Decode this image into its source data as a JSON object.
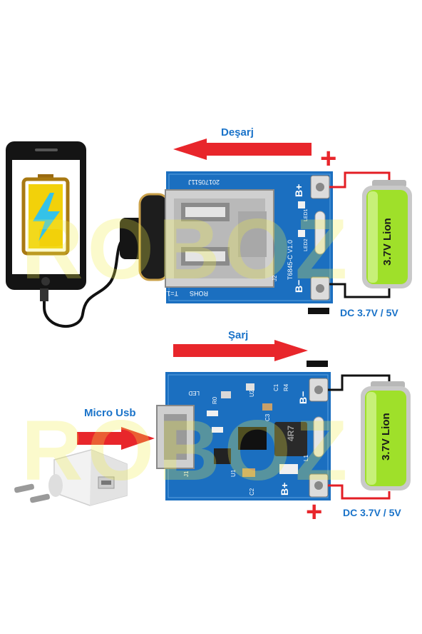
{
  "top": {
    "flow_label": "Deşarj",
    "battery_label": "3.7V Lion",
    "plus_sign": "+",
    "minus_sign": "−",
    "dc_label": "DC 3.7V / 5V",
    "board": {
      "code": "20170511J",
      "model": "T6845-C V1.0",
      "led1": "LED1",
      "led2": "LED2",
      "rohs": "ROHS",
      "version": "T=1.0",
      "j2": "J2",
      "bplus": "B+",
      "bminus": "B−"
    }
  },
  "bottom": {
    "flow_label": "Şarj",
    "input_label": "Micro Usb",
    "battery_label": "3.7V Lion",
    "minus_sign": "−",
    "plus_sign": "+",
    "dc_label": "DC 3.7V / 5V",
    "board": {
      "inductor": "4R7",
      "bplus": "B+",
      "bminus": "B−",
      "parts": [
        "C1",
        "R4",
        "C2",
        "C3",
        "U1",
        "U2",
        "J1",
        "R0",
        "L1",
        "LED"
      ]
    }
  },
  "watermark": "ROBOZ",
  "colors": {
    "arrow_red": "#e8262b",
    "label_blue": "#1a73c9",
    "pcb_blue": "#1b6fc0",
    "battery_green": "#9fe02a",
    "wire_red": "#e31e24"
  }
}
